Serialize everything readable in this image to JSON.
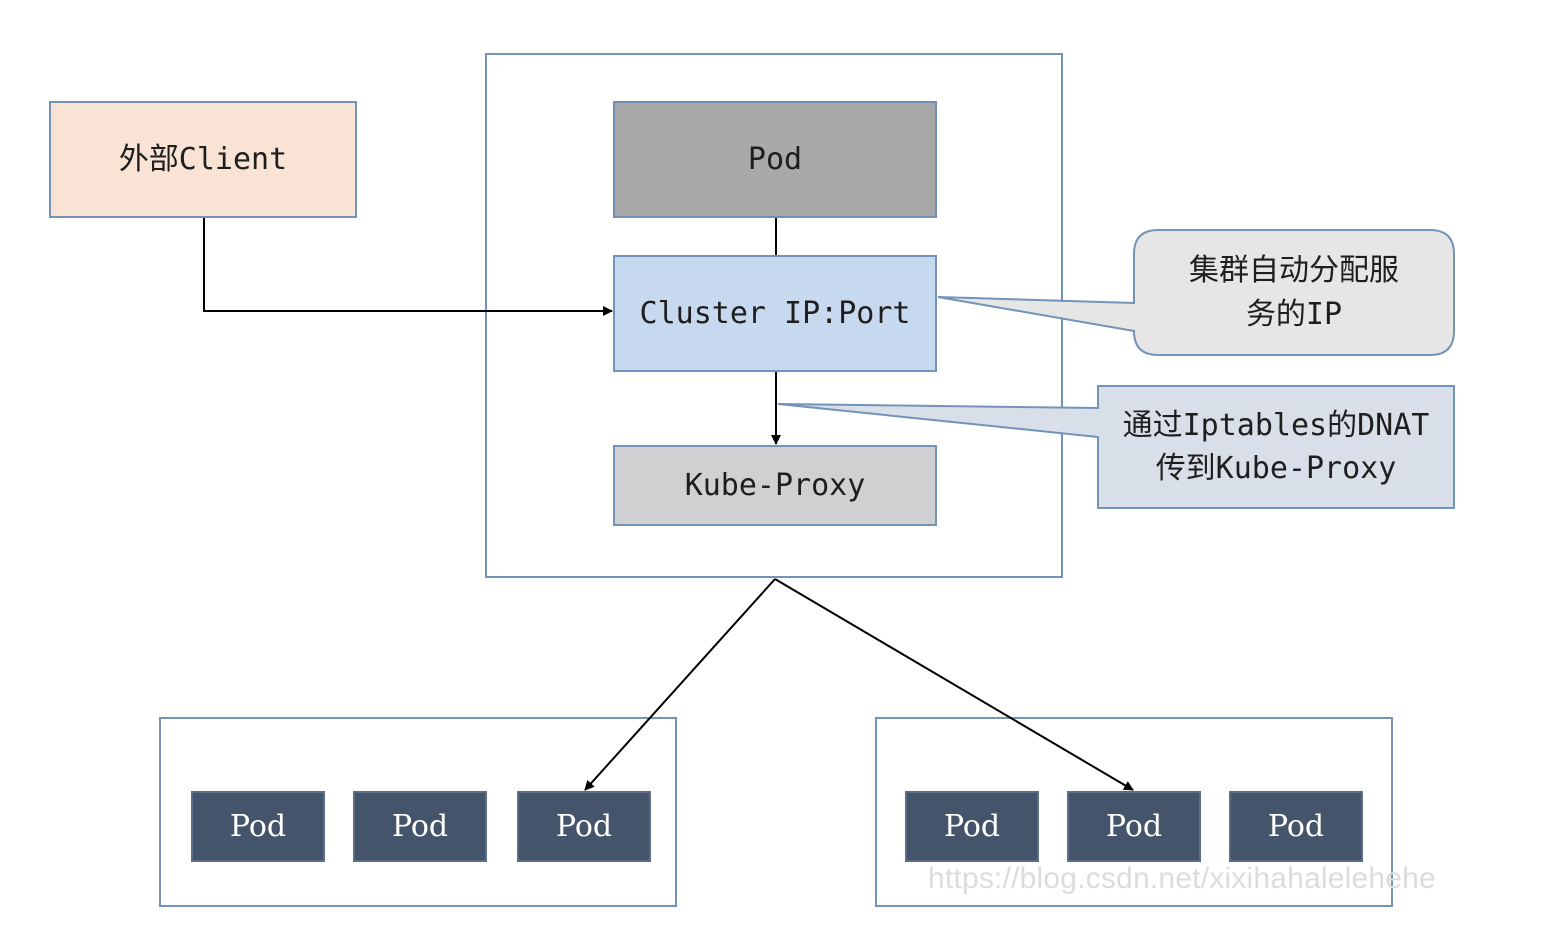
{
  "nodes": {
    "external_client": "外部Client",
    "pod_top": "Pod",
    "cluster_ip": "Cluster IP:Port",
    "kube_proxy": "Kube-Proxy"
  },
  "callouts": {
    "cluster_ip_note": "集群自动分配服\n务的IP",
    "dnat_note": "通过Iptables的DNAT\n传到Kube-Proxy"
  },
  "pod_groups": [
    {
      "pods": [
        "Pod",
        "Pod",
        "Pod"
      ]
    },
    {
      "pods": [
        "Pod",
        "Pod",
        "Pod"
      ]
    }
  ],
  "watermark": "https://blog.csdn.net/xixihahalelehehe",
  "colors": {
    "client_fill": "#f8e3d4",
    "pod_top_fill": "#a9a9a9",
    "cluster_ip_fill": "#c6d9ee",
    "kube_proxy_fill": "#d0cfd1",
    "pod_dark_fill": "#44546a",
    "frame_border": "#7393b8",
    "callout1_fill": "#e6e6e6",
    "callout2_fill": "#d9dfe8"
  }
}
